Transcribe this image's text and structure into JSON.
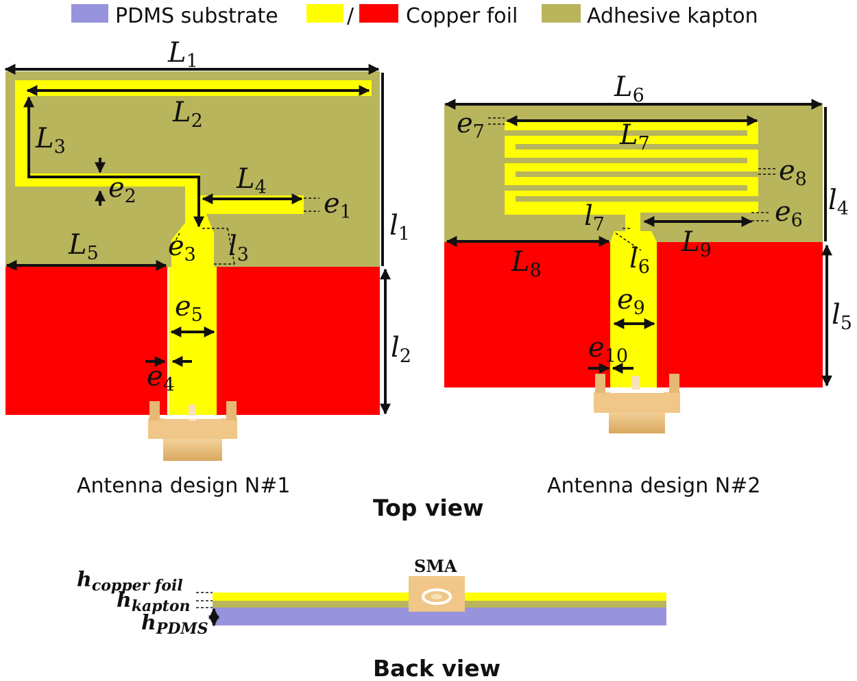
{
  "legend": {
    "pdms": {
      "label": "PDMS substrate",
      "color": "#9793dc"
    },
    "copper": {
      "label": "Copper foil",
      "separator": "/",
      "colors": [
        "#ffff00",
        "#ff0000"
      ]
    },
    "kapton": {
      "label": "Adhesive kapton",
      "color": "#b8b55c"
    }
  },
  "designs": {
    "d1": {
      "caption": "Antenna design N#1"
    },
    "d2": {
      "caption": "Antenna design N#2"
    }
  },
  "views": {
    "top": "Top view",
    "back": "Back view"
  },
  "labels": {
    "L1": {
      "b": "L",
      "s": "1"
    },
    "L2": {
      "b": "L",
      "s": "2"
    },
    "L3": {
      "b": "L",
      "s": "3"
    },
    "L4": {
      "b": "L",
      "s": "4"
    },
    "L5": {
      "b": "L",
      "s": "5"
    },
    "e1": {
      "b": "e",
      "s": "1"
    },
    "e2": {
      "b": "e",
      "s": "2"
    },
    "e3": {
      "b": "e",
      "s": "3"
    },
    "e4": {
      "b": "e",
      "s": "4"
    },
    "e5": {
      "b": "e",
      "s": "5"
    },
    "l1": {
      "b": "l",
      "s": "1"
    },
    "l2": {
      "b": "l",
      "s": "2"
    },
    "l3": {
      "b": "l",
      "s": "3"
    },
    "L6": {
      "b": "L",
      "s": "6"
    },
    "L7": {
      "b": "L",
      "s": "7"
    },
    "L8": {
      "b": "L",
      "s": "8"
    },
    "L9": {
      "b": "L",
      "s": "9"
    },
    "e6": {
      "b": "e",
      "s": "6"
    },
    "e7": {
      "b": "e",
      "s": "7"
    },
    "e8": {
      "b": "e",
      "s": "8"
    },
    "e9": {
      "b": "e",
      "s": "9"
    },
    "e10": {
      "b": "e",
      "s": "10"
    },
    "l4": {
      "b": "l",
      "s": "4"
    },
    "l5": {
      "b": "l",
      "s": "5"
    },
    "l6": {
      "b": "l",
      "s": "6"
    },
    "l7": {
      "b": "l",
      "s": "7"
    }
  },
  "back_labels": {
    "copper": {
      "b": "h",
      "s": "copper foil"
    },
    "kapton": {
      "b": "h",
      "s": "kapton"
    },
    "pdms": {
      "b": "h",
      "s": "PDMS"
    },
    "sma": "SMA"
  }
}
